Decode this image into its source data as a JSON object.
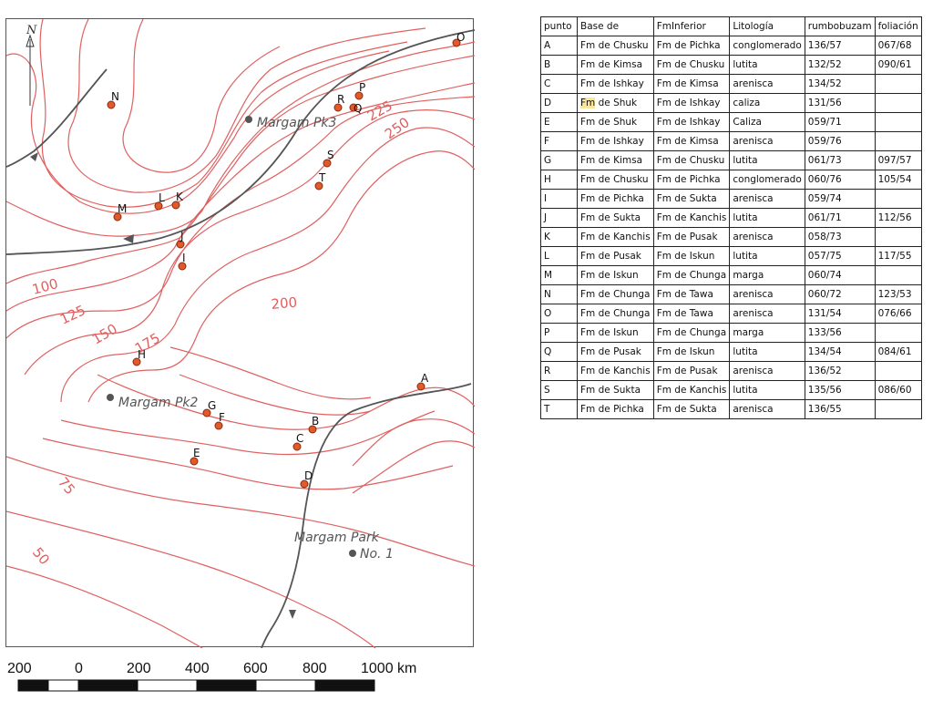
{
  "map": {
    "north_label": "N",
    "colors": {
      "contour": "#e06060",
      "river": "#555555",
      "point_fill": "#e05a2a",
      "point_stroke": "#8a2a10"
    },
    "contour_labels": [
      "100",
      "125",
      "150",
      "175",
      "200",
      "225",
      "250",
      "75",
      "50"
    ],
    "wells": [
      {
        "name": "Margam Pk3"
      },
      {
        "name": "Margam Pk2"
      },
      {
        "name": "Margam Park",
        "name2": "No. 1"
      }
    ],
    "points": [
      "A",
      "B",
      "C",
      "D",
      "E",
      "F",
      "G",
      "H",
      "I",
      "J",
      "K",
      "L",
      "M",
      "N",
      "O",
      "P",
      "Q",
      "R",
      "S",
      "T"
    ]
  },
  "scale_bar": {
    "labels": [
      "200",
      "0",
      "200",
      "400",
      "600",
      "800",
      "1000 km"
    ]
  },
  "table": {
    "headers": [
      "punto",
      "Base de",
      "FmInferior",
      "Litología",
      "rumbobuzam",
      "foliación"
    ],
    "highlight": {
      "row": 3,
      "col": 1,
      "word": "Fm"
    },
    "rows": [
      [
        "A",
        "Fm de Chusku",
        "Fm de Pichka",
        "conglomerado",
        "136/57",
        "067/68"
      ],
      [
        "B",
        "Fm de Kimsa",
        "Fm de Chusku",
        "lutita",
        "132/52",
        "090/61"
      ],
      [
        "C",
        "Fm de Ishkay",
        "Fm de Kimsa",
        "arenisca",
        "134/52",
        ""
      ],
      [
        "D",
        "Fm de Shuk",
        "Fm de Ishkay",
        "caliza",
        "131/56",
        ""
      ],
      [
        "E",
        "Fm de Shuk",
        "Fm de Ishkay",
        "Caliza",
        "059/71",
        ""
      ],
      [
        "F",
        "Fm de Ishkay",
        "Fm de Kimsa",
        "arenisca",
        "059/76",
        ""
      ],
      [
        "G",
        "Fm de Kimsa",
        "Fm de Chusku",
        "lutita",
        "061/73",
        "097/57"
      ],
      [
        "H",
        "Fm de Chusku",
        "Fm de Pichka",
        "conglomerado",
        "060/76",
        "105/54"
      ],
      [
        "I",
        "Fm de Pichka",
        "Fm de Sukta",
        "arenisca",
        "059/74",
        ""
      ],
      [
        "J",
        "Fm de Sukta",
        "Fm de Kanchis",
        "lutita",
        "061/71",
        "112/56"
      ],
      [
        "K",
        "Fm de Kanchis",
        "Fm de Pusak",
        "arenisca",
        "058/73",
        ""
      ],
      [
        "L",
        "Fm de Pusak",
        "Fm de Iskun",
        "lutita",
        "057/75",
        "117/55"
      ],
      [
        "M",
        "Fm de Iskun",
        "Fm de Chunga",
        "marga",
        "060/74",
        ""
      ],
      [
        "N",
        "Fm de Chunga",
        "Fm de Tawa",
        "arenisca",
        "060/72",
        "123/53"
      ],
      [
        "O",
        "Fm de Chunga",
        "Fm de Tawa",
        "arenisca",
        "131/54",
        "076/66"
      ],
      [
        "P",
        "Fm de Iskun",
        "Fm de Chunga",
        "marga",
        "133/56",
        ""
      ],
      [
        "Q",
        "Fm de Pusak",
        "Fm de Iskun",
        "lutita",
        "134/54",
        "084/61"
      ],
      [
        "R",
        "Fm de Kanchis",
        "Fm de Pusak",
        "arenisca",
        "136/52",
        ""
      ],
      [
        "S",
        "Fm de Sukta",
        "Fm de Kanchis",
        "lutita",
        "135/56",
        "086/60"
      ],
      [
        "T",
        "Fm de Pichka",
        "Fm de Sukta",
        "arenisca",
        "136/55",
        ""
      ]
    ]
  }
}
